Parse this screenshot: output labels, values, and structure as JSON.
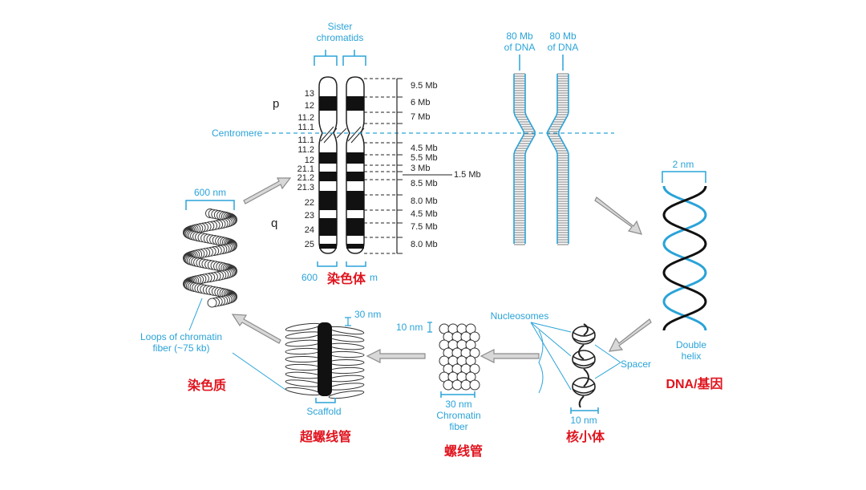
{
  "labels": {
    "sister_chromatids_1": "Sister",
    "sister_chromatids_2": "chromatids",
    "arm_p": "p",
    "arm_q": "q",
    "centromere": "Centromere",
    "dna_left_1": "80 Mb",
    "dna_left_2": "of DNA",
    "dna_right_1": "80 Mb",
    "dna_right_2": "of DNA",
    "two_nm": "2 nm",
    "double_helix_1": "Double",
    "double_helix_2": "helix",
    "nm600_top": "600 nm",
    "nm600_bottom_a": "600",
    "nm600_bottom_b": "m",
    "loops_1": "Loops of chromatin",
    "loops_2": "fiber (~75 kb)",
    "nm30_scaffold": "30 nm",
    "scaffold": "Scaffold",
    "nm10_fiber": "10 nm",
    "nm30_fiber": "30 nm",
    "chromatin_fiber_1": "Chromatin",
    "chromatin_fiber_2": "fiber",
    "nucleosomes": "Nucleosomes",
    "spacer": "Spacer",
    "nm10_nucleo": "10 nm",
    "zh_chromosome": "染色体",
    "zh_chromatin": "染色质",
    "zh_super_solenoid": "超螺线管",
    "zh_solenoid": "螺线管",
    "zh_nucleosome": "核小体",
    "zh_dna_gene": "DNA/基因"
  },
  "bands": [
    "13",
    "12",
    "11.2",
    "11.1",
    "11.1",
    "11.2",
    "12",
    "21.1",
    "21.2",
    "21.3",
    "22",
    "23",
    "24",
    "25"
  ],
  "sizes": [
    "9.5 Mb",
    "6 Mb",
    "7 Mb",
    "4.5 Mb",
    "5.5 Mb",
    "3 Mb",
    "1.5 Mb",
    "8.5 Mb",
    "8.0 Mb",
    "4.5 Mb",
    "7.5 Mb",
    "8.0 Mb"
  ],
  "colors": {
    "accent": "#2aa3d8",
    "label_red": "#e0141e",
    "ink": "#222222",
    "arrow": "#9a9a9a"
  }
}
